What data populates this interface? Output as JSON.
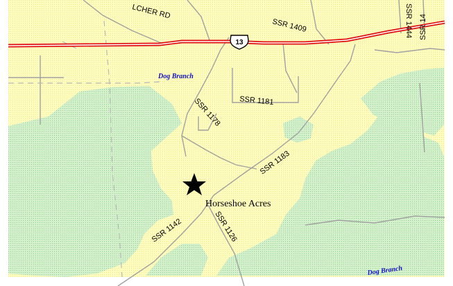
{
  "map": {
    "colors": {
      "land": "#fffcc4",
      "forest": "#c8ecc0",
      "highway": "#e01010",
      "road": "#9a9a9a",
      "water_label": "#1010c8"
    },
    "highway_shield": {
      "number": "13",
      "icon": "us-route-shield-icon"
    },
    "road_labels": {
      "belcher_rd": "LCHER RD",
      "ssr_1409": "SSR 1409",
      "ssr_1444": "SSR 1444",
      "ssr_14": "SSR 14",
      "ssr_1181": "SSR 1181",
      "ssr_1178": "SSR 1178",
      "ssr_1183": "SSR 1183",
      "ssr_1142": "SSR 1142",
      "ssr_1126": "SSR 1126"
    },
    "water_labels": {
      "dog_branch_north": "Dog Branch",
      "dog_branch_south": "Dog Branch"
    },
    "place": {
      "name": "Horseshoe Acres",
      "marker_icon": "star-marker-icon"
    }
  }
}
